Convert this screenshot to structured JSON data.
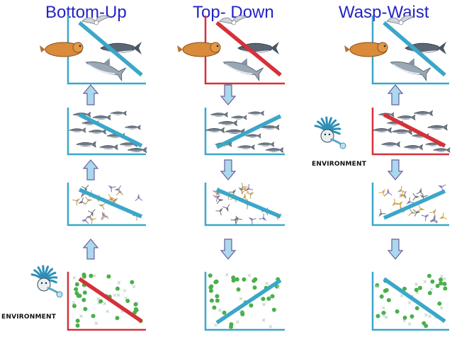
{
  "columns": [
    {
      "title": "Bottom-Up",
      "panels": [
        {
          "level": "predators",
          "line": "decline",
          "color_key": "blue"
        },
        {
          "level": "forage-fish",
          "line": "decline",
          "color_key": "blue"
        },
        {
          "level": "zooplankton",
          "line": "decline",
          "color_key": "blue"
        },
        {
          "level": "phytoplankton",
          "line": "decline",
          "color_key": "red"
        }
      ],
      "arrows_direction": "up",
      "environment_panel": "phytoplankton"
    },
    {
      "title": "Top- Down",
      "panels": [
        {
          "level": "predators",
          "line": "decline",
          "color_key": "red"
        },
        {
          "level": "forage-fish",
          "line": "rise",
          "color_key": "blue"
        },
        {
          "level": "zooplankton",
          "line": "decline",
          "color_key": "blue"
        },
        {
          "level": "phytoplankton",
          "line": "rise",
          "color_key": "blue"
        }
      ],
      "arrows_direction": "down",
      "environment_panel": null
    },
    {
      "title": "Wasp-Waist",
      "panels": [
        {
          "level": "predators",
          "line": "decline",
          "color_key": "blue"
        },
        {
          "level": "forage-fish",
          "line": "decline",
          "color_key": "red"
        },
        {
          "level": "zooplankton",
          "line": "rise",
          "color_key": "blue"
        },
        {
          "level": "phytoplankton",
          "line": "decline",
          "color_key": "blue"
        }
      ],
      "arrows_direction": "mixed",
      "environment_panel": "forage-fish"
    }
  ],
  "environment_label": "ENVIRONMENT",
  "colors": {
    "title": "#2323c8",
    "blue": "#3aa7c9",
    "red": "#d6303a",
    "axis_blue": "#3aa7c9",
    "axis_red": "#d6303a",
    "dot_green": "#49b04a",
    "seal": "#d98a3a",
    "arrow_fill": "#a9d9ec",
    "arrow_stroke": "#6b5d9a"
  },
  "icons": {
    "environment": "aeolus-wind-face-icon",
    "seabird": "seagull-icon",
    "seal": "seal-icon",
    "tuna": "tuna-icon",
    "shark": "shark-icon",
    "forage_fish": "sardine-icon",
    "zooplankton": "copepod-icon",
    "phytoplankton": "phytoplankton-dot-icon"
  }
}
